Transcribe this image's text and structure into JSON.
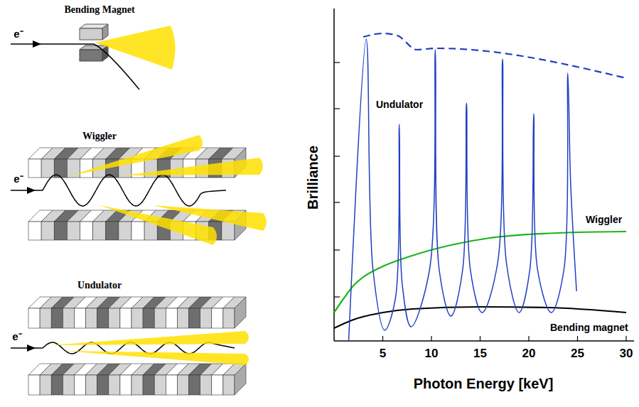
{
  "diagram": {
    "labels": [
      "Bending Magnet",
      "e⁻",
      "Wiggler",
      "e⁻",
      "Undulator",
      "e⁻",
      "Undulator",
      "Brilliance",
      "Wiggler",
      "Bending magnet",
      "5",
      "10",
      "15",
      "20",
      "25",
      "30",
      "Photon Energy [keV]"
    ]
  }
}
